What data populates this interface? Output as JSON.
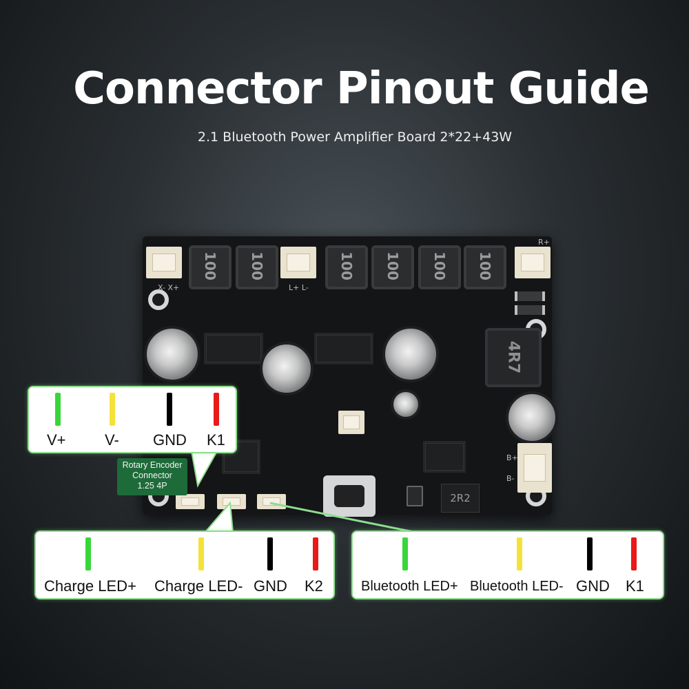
{
  "header": {
    "title": "Connector Pinout Guide",
    "subtitle": "2.1 Bluetooth Power Amplifier Board 2*22+43W"
  },
  "pcb": {
    "inductor_marking": "100",
    "big_inductor_marking": "4R7",
    "small_inductor_marking": "2R2",
    "silkscreen": {
      "x_minus": "X-",
      "x_plus": "X+",
      "l_minus": "L-",
      "l_plus": "L+",
      "r_plus": "R+",
      "b_plus": "B+",
      "b_minus": "B-"
    }
  },
  "tag": {
    "line1": "Rotary Encoder",
    "line2": "Connector",
    "line3": "1.25 4P"
  },
  "callouts": {
    "top_left": {
      "pins": [
        {
          "label": "V+",
          "color": "#39d639"
        },
        {
          "label": "V-",
          "color": "#f4e23a"
        },
        {
          "label": "GND",
          "color": "#000000"
        },
        {
          "label": "K1",
          "color": "#e81919"
        }
      ]
    },
    "bottom_left": {
      "pins": [
        {
          "label": "Charge LED+",
          "color": "#39d639"
        },
        {
          "label": "Charge LED-",
          "color": "#f4e23a"
        },
        {
          "label": "GND",
          "color": "#000000"
        },
        {
          "label": "K2",
          "color": "#e81919"
        }
      ]
    },
    "bottom_right": {
      "pins": [
        {
          "label": "Bluetooth LED+",
          "color": "#39d639"
        },
        {
          "label": "Bluetooth LED-",
          "color": "#f4e23a"
        },
        {
          "label": "GND",
          "color": "#000000"
        },
        {
          "label": "K1",
          "color": "#e81919"
        }
      ]
    }
  }
}
